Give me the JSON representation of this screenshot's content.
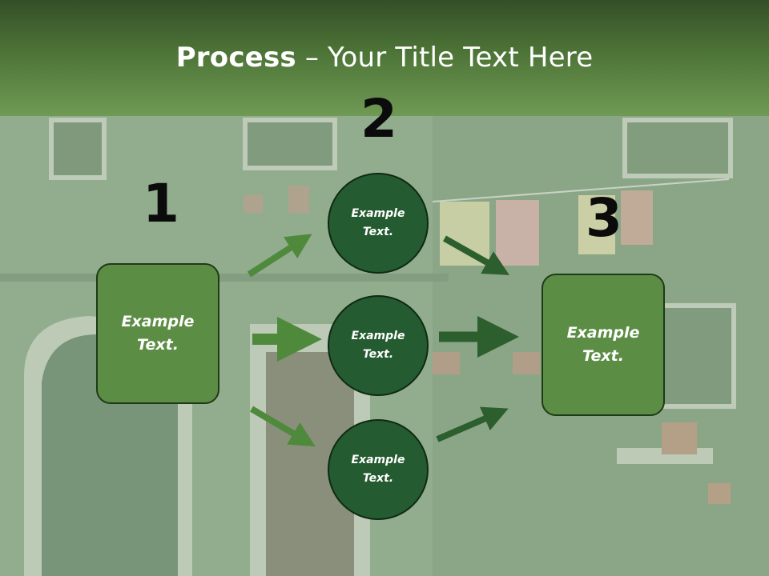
{
  "title": {
    "bold": "Process",
    "rest": " – Your Title Text Here"
  },
  "numbers": [
    "1",
    "2",
    "3"
  ],
  "boxes": {
    "left": "Example\nText.",
    "right": "Example\nText."
  },
  "circles": {
    "top": "Example\nText.",
    "middle": "Example\nText.",
    "bottom": "Example\nText."
  },
  "colors": {
    "title_band": "#4d7437",
    "box_fill": "#5c8d44",
    "circle_fill": "#245b30",
    "arrow_light": "#4f8a3c",
    "arrow_dark": "#2c5e2e"
  }
}
